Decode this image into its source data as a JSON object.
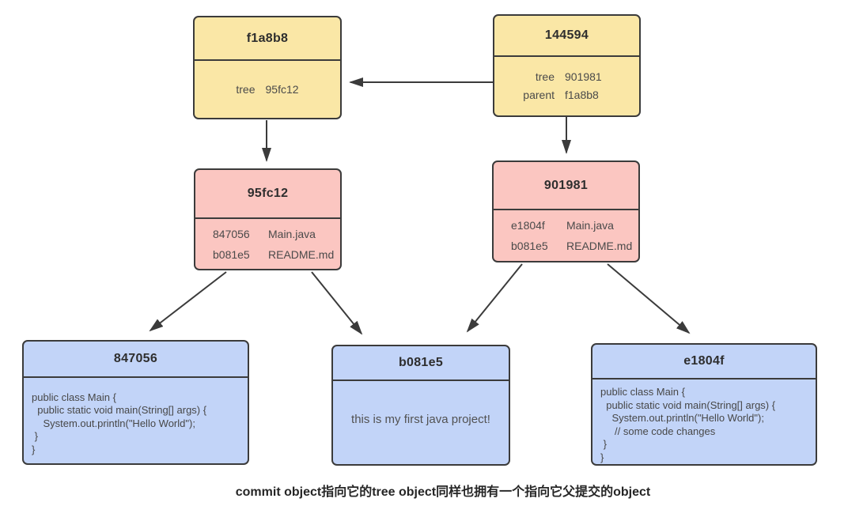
{
  "caption": "commit object指向它的tree object同样也拥有一个指向它父提交的object",
  "colors": {
    "commit_fill": "#fae7a6",
    "tree_fill": "#fbc6c1",
    "blob_fill": "#c2d4f8",
    "stroke": "#3b3b3b"
  },
  "nodes": {
    "commit1": {
      "title": "f1a8b8",
      "rows": [
        {
          "key": "tree",
          "value": "95fc12"
        }
      ]
    },
    "commit2": {
      "title": "144594",
      "rows": [
        {
          "key": "tree",
          "value": "901981"
        },
        {
          "key": "parent",
          "value": "f1a8b8"
        }
      ]
    },
    "tree1": {
      "title": "95fc12",
      "entries": [
        {
          "hash": "847056",
          "name": "Main.java"
        },
        {
          "hash": "b081e5",
          "name": "README.md"
        }
      ]
    },
    "tree2": {
      "title": "901981",
      "entries": [
        {
          "hash": "e1804f",
          "name": "Main.java"
        },
        {
          "hash": "b081e5",
          "name": "README.md"
        }
      ]
    },
    "blob1": {
      "title": "847056",
      "code": [
        "public class Main {",
        "  public static void main(String[] args) {",
        "    System.out.println(\"Hello World\");",
        " }",
        "}"
      ]
    },
    "blob2": {
      "title": "b081e5",
      "text": "this is my first java project!"
    },
    "blob3": {
      "title": "e1804f",
      "code": [
        "public class Main {",
        "  public static void main(String[] args) {",
        "    System.out.println(\"Hello World\");",
        "     // some code changes",
        " }",
        "}"
      ]
    }
  }
}
